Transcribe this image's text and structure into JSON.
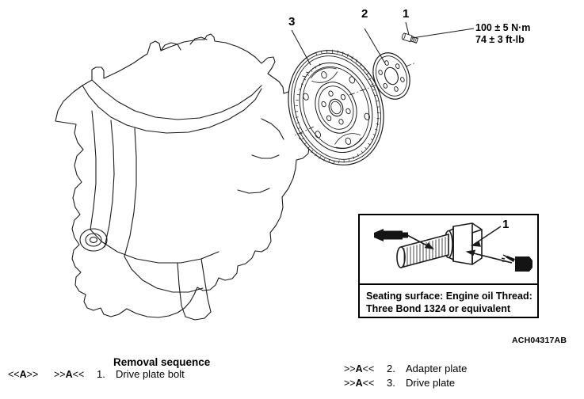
{
  "figure": {
    "id_code": "ACH04317AB",
    "torque_spec": {
      "metric": "100 ± 5 N·m",
      "imperial": "74 ± 3 ft-lb"
    },
    "callouts": [
      {
        "number": "3",
        "target": "drive-plate"
      },
      {
        "number": "2",
        "target": "adapter-plate"
      },
      {
        "number": "1",
        "target": "drive-plate-bolt"
      }
    ]
  },
  "inset": {
    "callout": "1",
    "caption_line1": "Seating surface: Engine oil Thread:",
    "caption_line2": "Three Bond 1324 or equivalent"
  },
  "legend": {
    "heading": "Removal sequence",
    "left_items": [
      {
        "mark_a": "<<A>>",
        "mark_b": ">>A<<",
        "number": "1.",
        "label": "Drive plate bolt"
      }
    ],
    "right_items": [
      {
        "mark_a": "",
        "mark_b": ">>A<<",
        "number": "2.",
        "label": "Adapter plate"
      },
      {
        "mark_a": "",
        "mark_b": ">>A<<",
        "number": "3.",
        "label": "Drive plate"
      }
    ]
  },
  "colors": {
    "line": "#1a1a1a",
    "background": "#ffffff",
    "fill_dark": "#141414"
  }
}
